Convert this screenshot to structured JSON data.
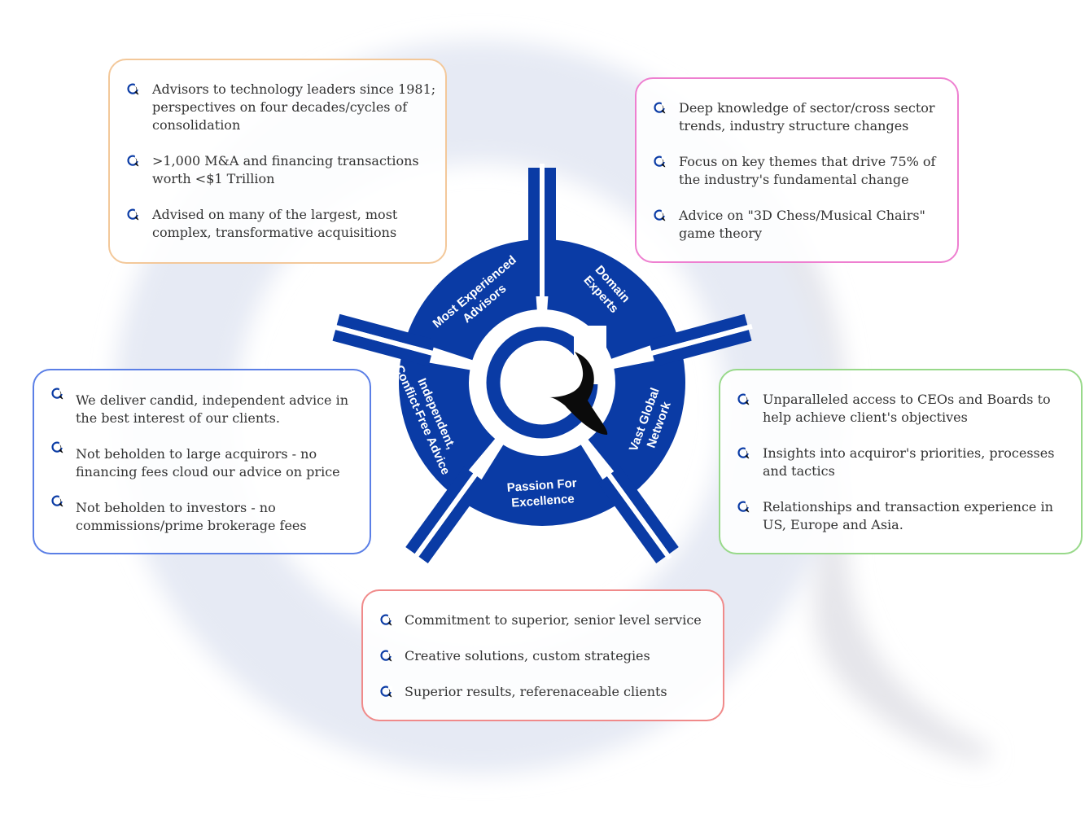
{
  "colors": {
    "brand_blue": "#0a3ba5",
    "logo_black": "#0b0b0b",
    "card_orange": "#f3c89a",
    "card_pink": "#ee7fd0",
    "card_blue": "#5b7fe6",
    "card_green": "#98d98a",
    "card_red": "#f08a8a",
    "text": "#333333"
  },
  "icons": {
    "bullet": "q-logo-icon",
    "center": "q-logo-icon"
  },
  "wheel": {
    "segments": [
      {
        "label_lines": [
          "Most Experienced",
          "Advisors"
        ]
      },
      {
        "label_lines": [
          "Domain",
          "Experts"
        ]
      },
      {
        "label_lines": [
          "Vast Global",
          "Network"
        ]
      },
      {
        "label_lines": [
          "Passion For",
          "Excellence"
        ]
      },
      {
        "label_lines": [
          "Independent,",
          "Conflict-Free Advice"
        ]
      }
    ]
  },
  "cards": {
    "most_experienced": {
      "items": [
        "Advisors to technology leaders since 1981; perspectives on four decades/cycles of consolidation",
        ">1,000 M&A and financing transactions worth <$1 Trillion",
        "Advised on many of the largest, most complex, transformative acquisitions"
      ]
    },
    "domain_experts": {
      "items": [
        "Deep knowledge of sector/cross sector trends, industry structure changes",
        "Focus on key themes that drive 75% of the industry's fundamental change",
        "Advice on \"3D Chess/Musical Chairs\" game theory"
      ]
    },
    "independent": {
      "items": [
        "We deliver candid, independent advice in the best interest of our clients.",
        "Not beholden to large acquirors - no financing fees cloud our advice on price",
        "Not beholden to investors - no commissions/prime brokerage fees"
      ]
    },
    "global_network": {
      "items": [
        "Unparalleled access to CEOs and Boards to help achieve client's objectives",
        "Insights into acquiror's priorities, processes and tactics",
        "Relationships and transaction experience in US, Europe and Asia."
      ]
    },
    "passion": {
      "items": [
        "Commitment to superior, senior level service",
        "Creative solutions, custom strategies",
        "Superior results, referenaceable clients"
      ]
    }
  }
}
